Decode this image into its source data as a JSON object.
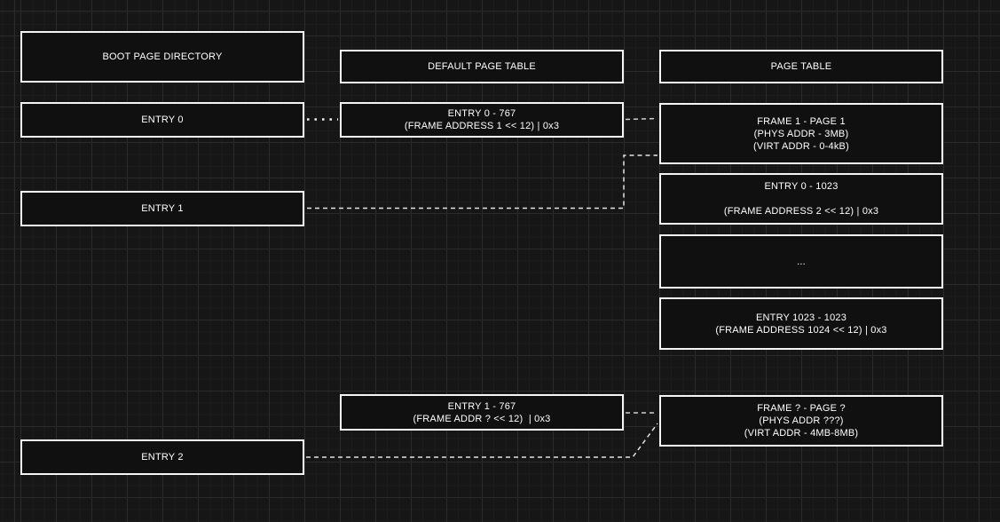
{
  "theme": {
    "canvas_bg": "#161616",
    "grid_major": "#2b2b2b",
    "grid_minor": "#1c1c1c",
    "node_fill": "#101010",
    "node_border": "#f5f5f5",
    "text_color": "#ffffff",
    "connector_color": "#e3e3e3"
  },
  "diagram": {
    "boxes": {
      "boot_dir_header": {
        "lines": [
          "BOOT PAGE DIRECTORY"
        ]
      },
      "entry0": {
        "lines": [
          "ENTRY 0"
        ]
      },
      "entry1": {
        "lines": [
          "ENTRY 1"
        ]
      },
      "entry2": {
        "lines": [
          "ENTRY 2"
        ]
      },
      "default_pt_header": {
        "lines": [
          "DEFAULT PAGE TABLE"
        ]
      },
      "dpt_entry0": {
        "lines": [
          "ENTRY 0 - 767",
          "(FRAME ADDRESS 1 << 12) | 0x3"
        ]
      },
      "dpt_entry1": {
        "lines": [
          "ENTRY 1 - 767",
          "(FRAME ADDR ? << 12)  | 0x3"
        ]
      },
      "pt_header": {
        "lines": [
          "PAGE TABLE"
        ]
      },
      "pt_frame1": {
        "lines": [
          "FRAME 1 - PAGE 1",
          "(PHYS ADDR - 3MB)",
          "(VIRT ADDR - 0-4kB)"
        ]
      },
      "pt_entry0": {
        "lines": [
          "ENTRY 0 - 1023",
          "",
          "(FRAME ADDRESS 2 << 12) | 0x3"
        ]
      },
      "pt_ellipsis": {
        "lines": [
          "..."
        ]
      },
      "pt_entry1023": {
        "lines": [
          "ENTRY 1023 - 1023",
          "(FRAME ADDRESS 1024 << 12) | 0x3"
        ]
      },
      "pt_frameq": {
        "lines": [
          "FRAME ? - PAGE ?",
          "(PHYS ADDR ???)",
          "(VIRT ADDR - 4MB-8MB)"
        ]
      }
    }
  }
}
